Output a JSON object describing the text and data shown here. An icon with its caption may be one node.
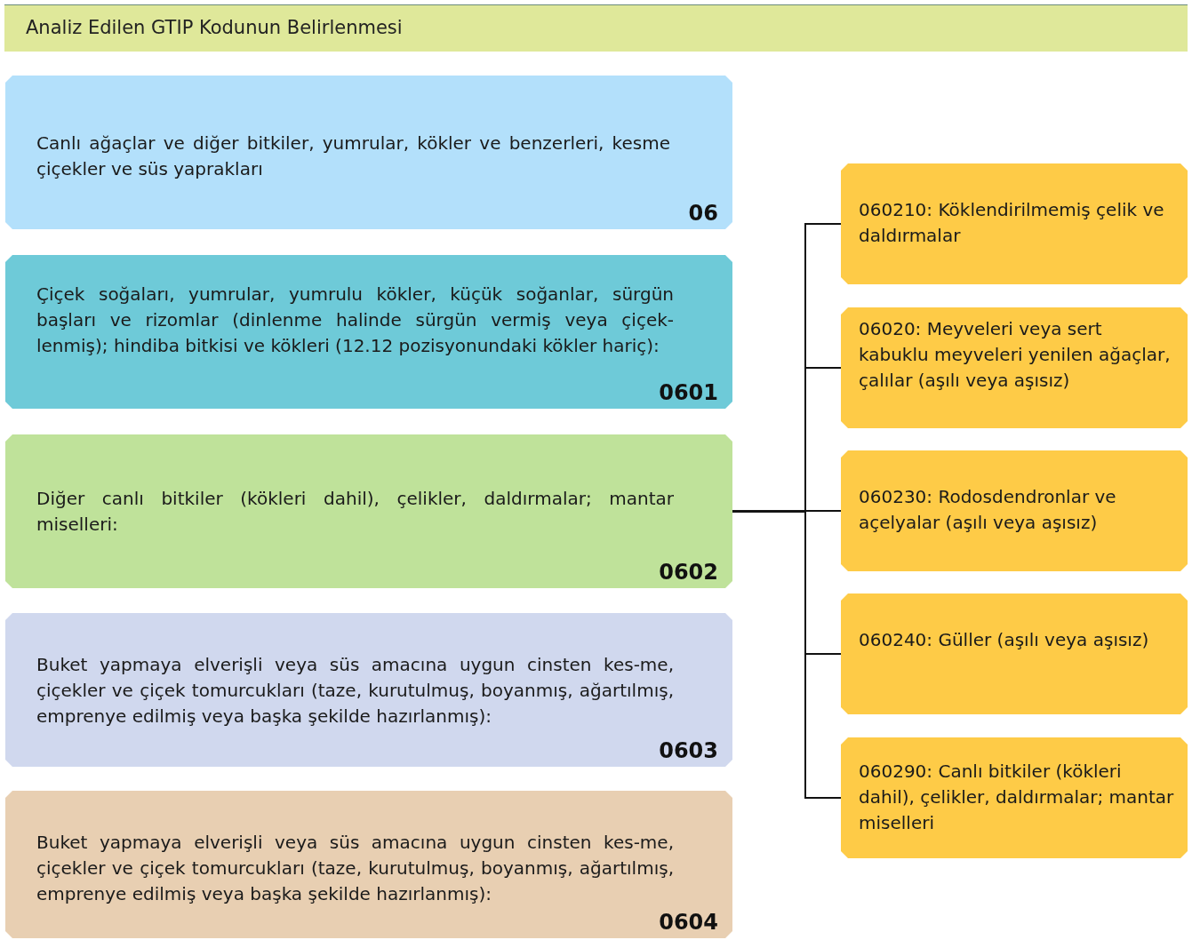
{
  "diagram": {
    "title": "Analiz Edilen GTIP Kodunun Belirlenmesi",
    "nodes": [
      {
        "text": [
          "Canlı ağaçlar ve diğer bitkiler, yumrular, kökler ve benzerleri, kesme çiçekler ve süs yaprakları",
          "06"
        ]
      },
      {
        "text": [
          "Çiçek soğaları, yumrular, yumrulu kökler, küçük soğanlar, sürgün başları ve rizomlar (dinlenme halinde sürgün vermiş veya çiçek-lenmiş); hindiba bitkisi ve kökleri (12.12 pozisyonundaki kökler hariç):",
          "0601"
        ]
      },
      {
        "text": [
          "Diğer canlı bitkiler (kökleri dahil), çelikler, daldırmalar; mantar miselleri:",
          "0602"
        ]
      },
      {
        "text": [
          "Buket yapmaya elverişli veya süs amacına uygun cinsten kes-me, çiçekler ve çiçek tomurcukları (taze, kurutulmuş, boyanmış, ağartılmış, emprenye edilmiş veya başka şekilde hazırlanmış):",
          "0603"
        ]
      },
      {
        "text": [
          "Buket yapmaya elverişli veya süs amacına uygun cinsten kes-me, çiçekler ve çiçek tomurcukları (taze, kurutulmuş, boyanmış, ağartılmış, emprenye edilmiş veya başka şekilde hazırlanmış):",
          "0604"
        ]
      },
      {
        "text": [
          "060210: Köklendirilmemiş çelik ve daldırmalar"
        ]
      },
      {
        "text": [
          "06020: Meyveleri veya sert kabuklu meyveleri yenilen ağaçlar, çalılar (aşılı veya aşısız)"
        ]
      },
      {
        "text": [
          "060230: Rodosdendronlar ve açelyalar (aşılı veya aşısız)"
        ]
      },
      {
        "text": [
          "060240: Güller (aşılı veya aşısız)"
        ]
      },
      {
        "text": [
          "060290: Canlı bitkiler (kökleri dahil), çelikler, daldırmalar; mantar miselleri"
        ]
      }
    ],
    "edges": [
      {
        "from": 2,
        "to": 5,
        "arrow": "none"
      },
      {
        "from": 2,
        "to": 6,
        "arrow": "none"
      },
      {
        "from": 2,
        "to": 7,
        "arrow": "none"
      },
      {
        "from": 2,
        "to": 8,
        "arrow": "none"
      },
      {
        "from": 2,
        "to": 9,
        "arrow": "none"
      }
    ]
  }
}
